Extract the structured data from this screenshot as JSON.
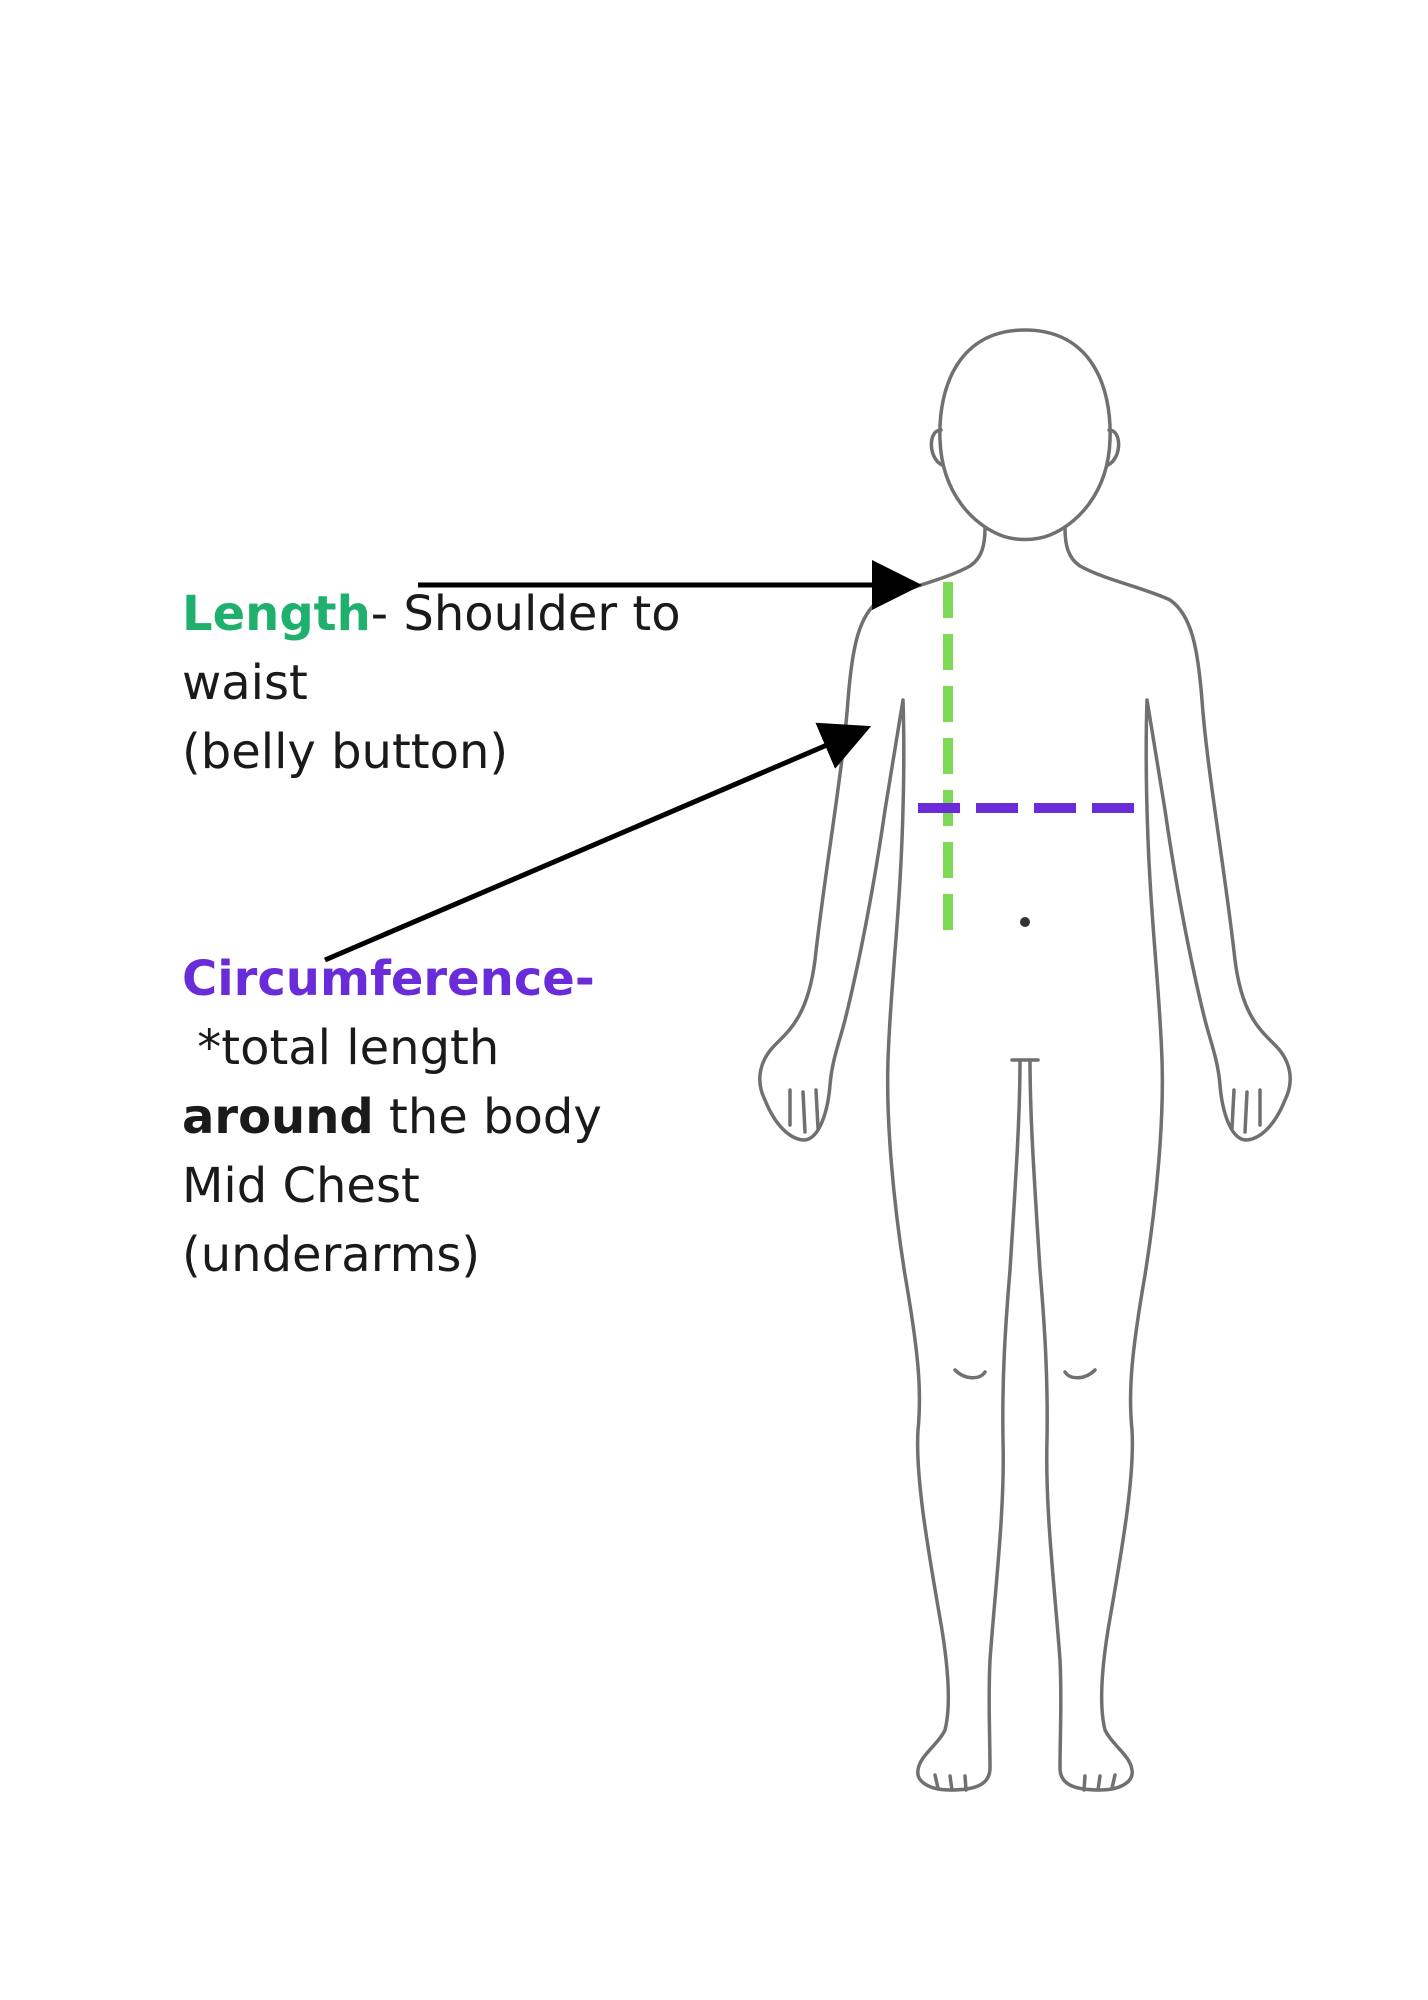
{
  "length": {
    "term": "Length",
    "line1_rest": "- Shoulder to",
    "line2": "waist",
    "line3": "(belly button)"
  },
  "circumference": {
    "term": "Circumference-",
    "line2": " *total length",
    "line3_bold": "around",
    "line3_rest": " the body",
    "line4": "Mid Chest",
    "line5": "(underarms)"
  },
  "colors": {
    "length_accent": "#1fb06e",
    "length_dash": "#7ed957",
    "circumference_accent": "#6a2bd8",
    "outline": "#707070",
    "arrow": "#000000"
  },
  "icons": {
    "figure": "human-body-outline-icon"
  }
}
